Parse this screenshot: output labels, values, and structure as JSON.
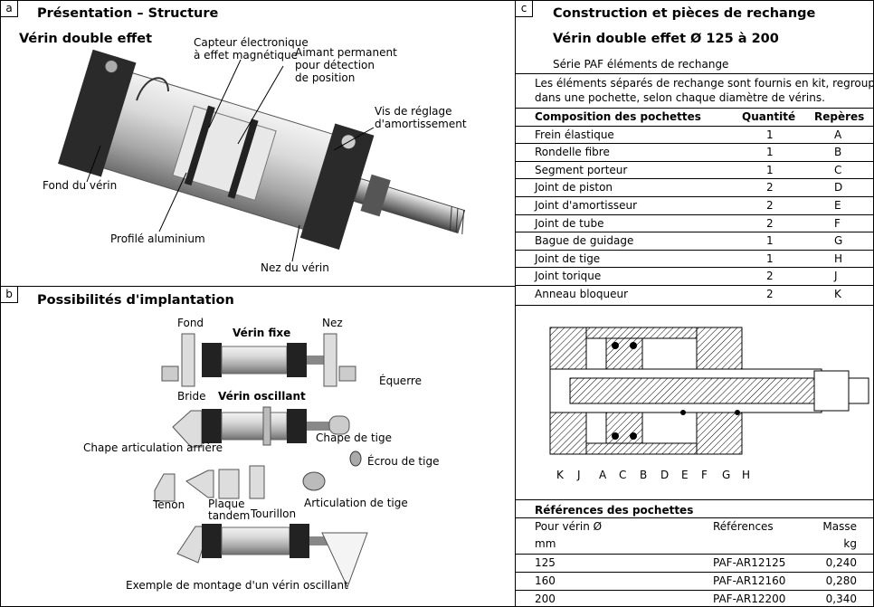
{
  "panel_a": {
    "tag": "a",
    "title": "Présentation – Structure",
    "subtitle": "Vérin double effet",
    "labels": {
      "sensor": "Capteur électronique\nà effet magnétique",
      "magnet": "Aimant permanent\npour détection\nde position",
      "screw": "Vis de réglage\nd'amortissement",
      "base": "Fond du vérin",
      "profile": "Profilé aluminium",
      "nose": "Nez du vérin"
    }
  },
  "panel_b": {
    "tag": "b",
    "title": "Possibilités d'implantation",
    "labels": {
      "fond": "Fond",
      "verin_fixe": "Vérin fixe",
      "nez": "Nez",
      "equerre": "Équerre",
      "bride": "Bride",
      "verin_oscillant": "Vérin oscillant",
      "chape_art": "Chape articulation arrière",
      "chape_tige": "Chape de tige",
      "ecrou": "Écrou de tige",
      "tenon": "Tenon",
      "plaque": "Plaque\ntandem",
      "tourillon": "Tourillon",
      "articulation": "Articulation de tige",
      "exemple": "Exemple de montage d'un vérin oscillant"
    }
  },
  "panel_c": {
    "tag": "c",
    "title": "Construction et pièces de rechange",
    "subtitle": "Vérin double effet Ø 125 à 200",
    "series": "Série PAF éléments de rechange",
    "intro": "Les éléments séparés de rechange sont fournis en kit, regroupés\ndans une pochette, selon chaque diamètre de vérins.",
    "table_headers": [
      "Composition des pochettes",
      "Quantité",
      "Repères"
    ],
    "rows": [
      [
        "Frein élastique",
        "1",
        "A"
      ],
      [
        "Rondelle fibre",
        "1",
        "B"
      ],
      [
        "Segment porteur",
        "1",
        "C"
      ],
      [
        "Joint de piston",
        "2",
        "D"
      ],
      [
        "Joint d'amortisseur",
        "2",
        "E"
      ],
      [
        "Joint de tube",
        "2",
        "F"
      ],
      [
        "Bague de guidage",
        "1",
        "G"
      ],
      [
        "Joint de tige",
        "1",
        "H"
      ],
      [
        "Joint torique",
        "2",
        "J"
      ],
      [
        "Anneau bloqueur",
        "2",
        "K"
      ]
    ],
    "diagram_letters": [
      "K",
      "J",
      "A",
      "C",
      "B",
      "D",
      "E",
      "F",
      "G",
      "H"
    ],
    "ref_title": "Références des pochettes",
    "ref_headers": [
      "Pour vérin Ø",
      "Références",
      "Masse"
    ],
    "ref_units": [
      "mm",
      "",
      "kg"
    ],
    "ref_rows": [
      [
        "125",
        "PAF-AR12125",
        "0,240"
      ],
      [
        "160",
        "PAF-AR12160",
        "0,280"
      ],
      [
        "200",
        "PAF-AR12200",
        "0,340"
      ]
    ]
  }
}
